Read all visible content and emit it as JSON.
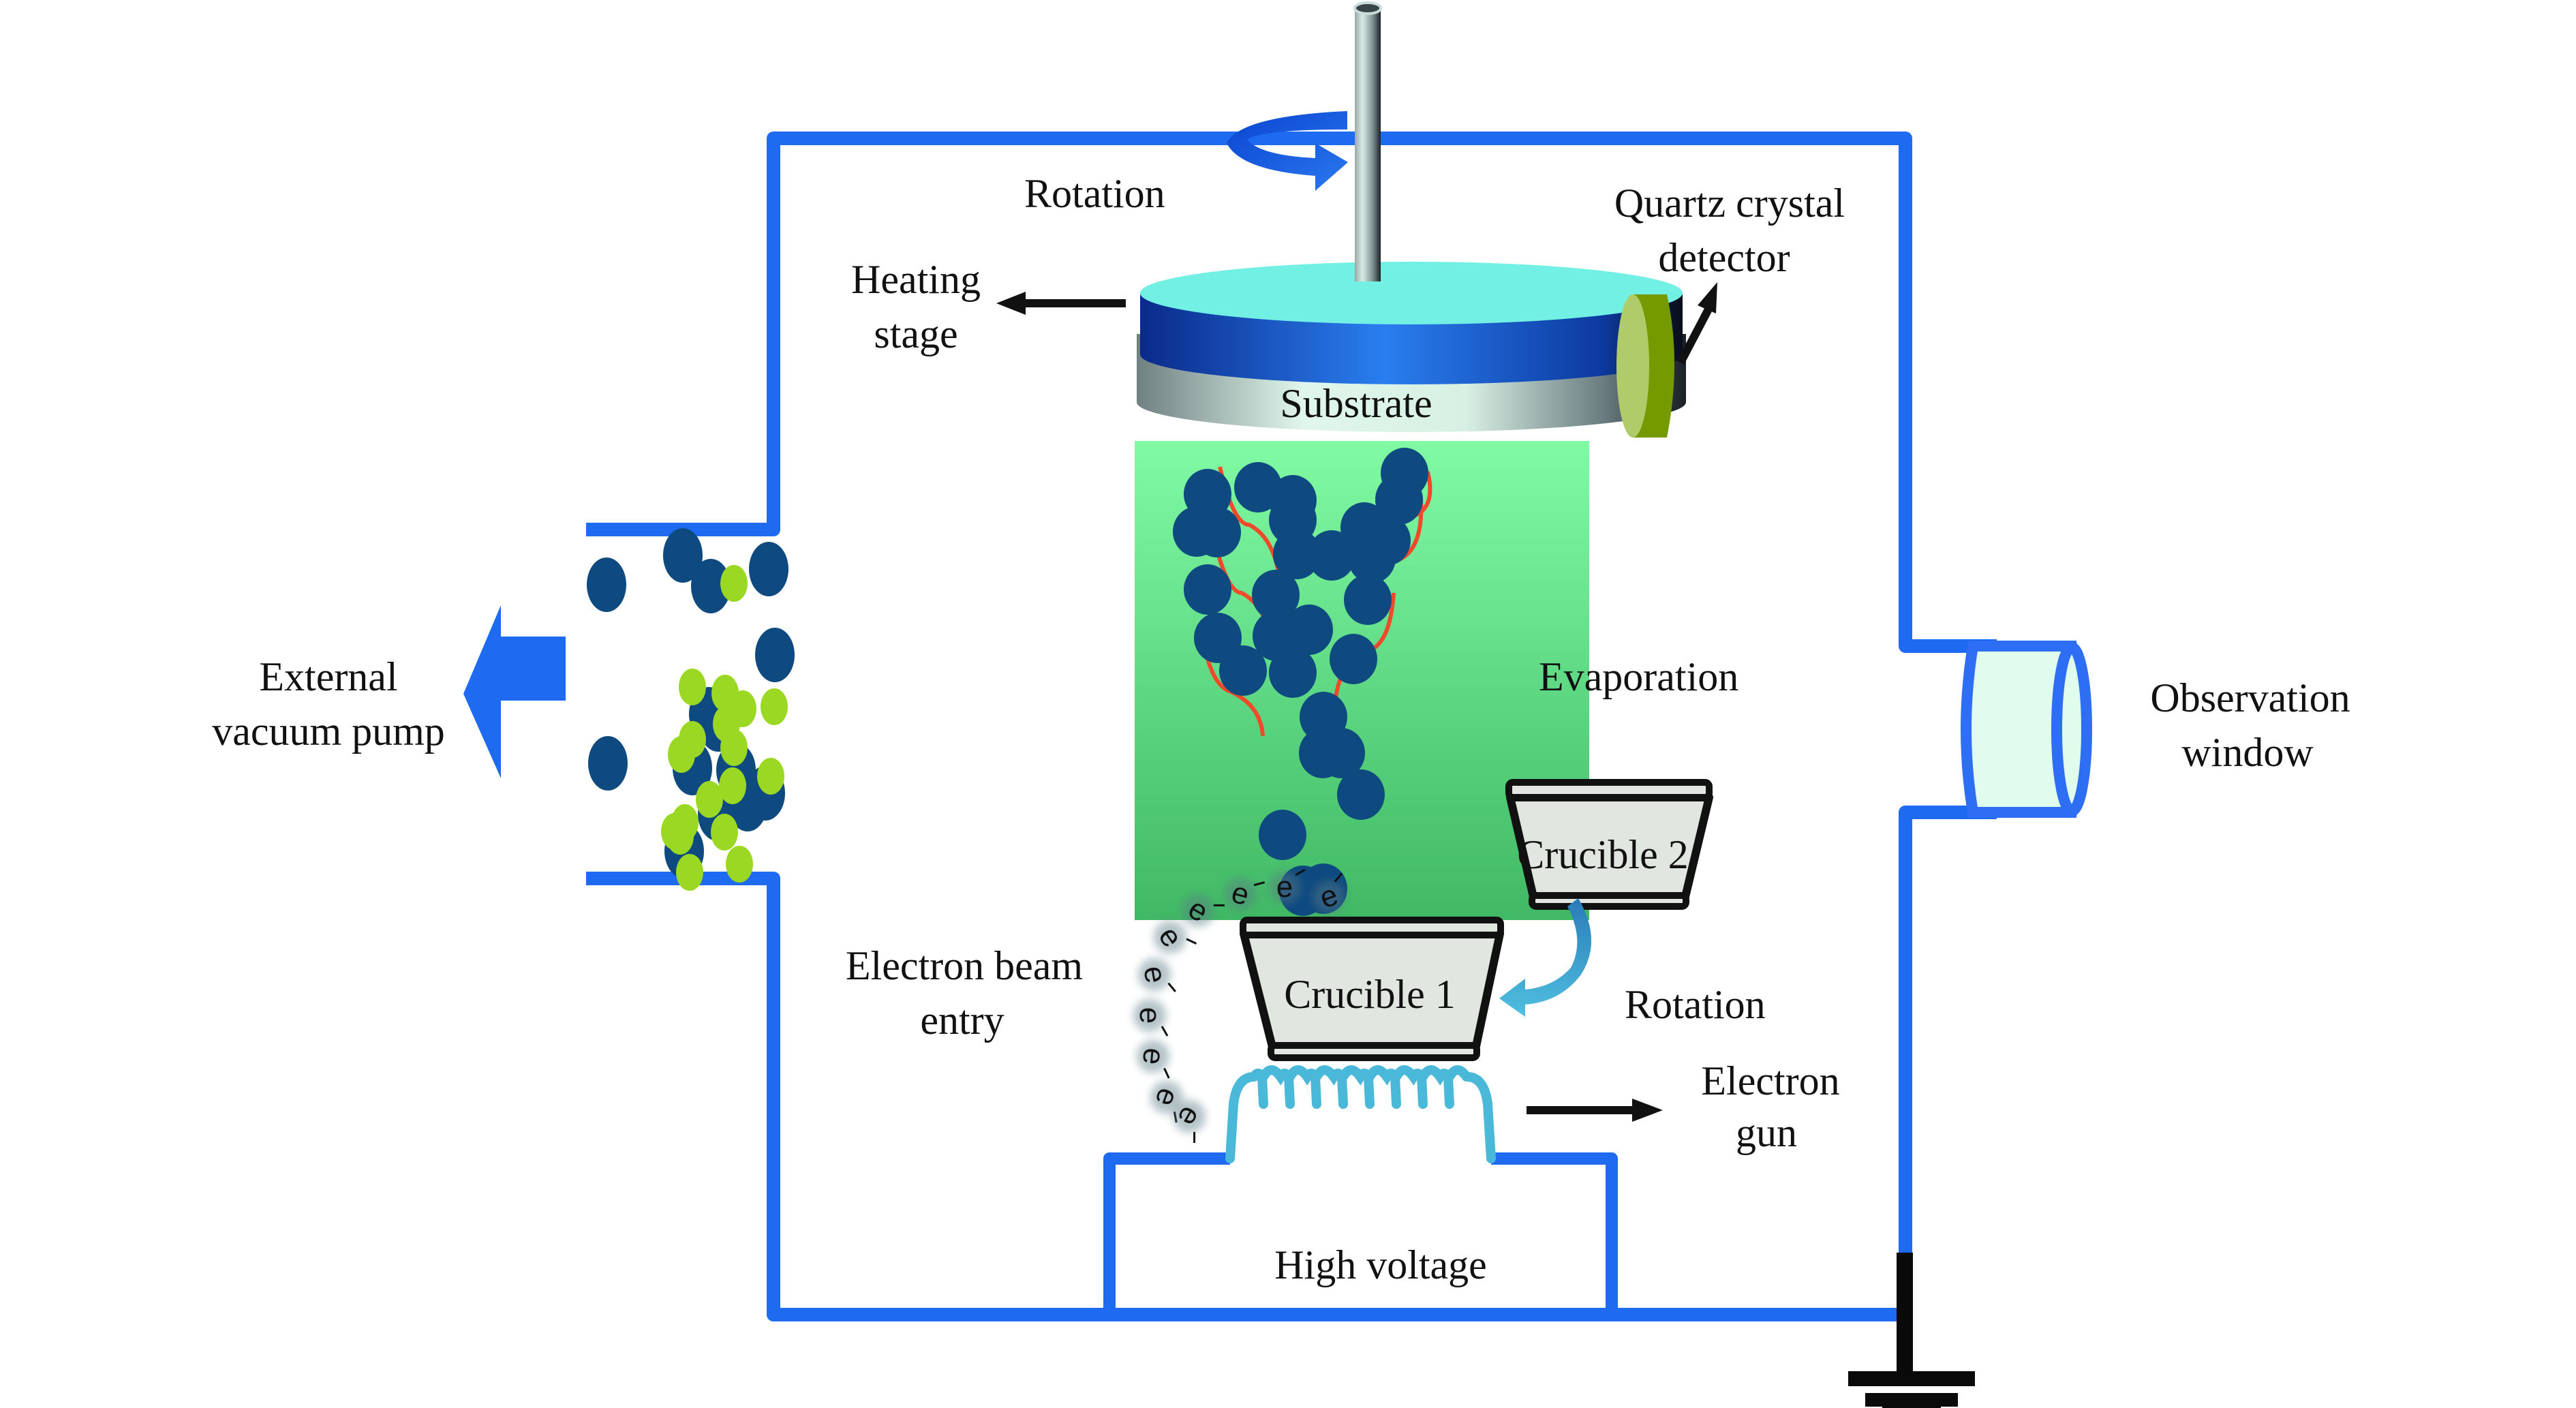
{
  "diagram": {
    "title": "Electron beam evaporation system",
    "labels": {
      "rotation_top": "Rotation",
      "heating_stage_1": "Heating",
      "heating_stage_2": "stage",
      "substrate": "Substrate",
      "quartz_1": "Quartz crystal",
      "quartz_2": "detector",
      "pump_1": "External",
      "pump_2": "vacuum pump",
      "evaporation": "Evaporation",
      "observation_1": "Observation",
      "observation_2": "window",
      "crucible_1": "Crucible 1",
      "crucible_2": "Crucible 2",
      "rotation_bottom": "Rotation",
      "beam_entry_1": "Electron beam",
      "beam_entry_2": "entry",
      "gun_1": "Electron",
      "gun_2": "gun",
      "high_voltage": "High  voltage",
      "electron_symbol": "e"
    },
    "colors": {
      "chamber": "#1e6af0",
      "stage_top": "#72f0e4",
      "stage_band": "#1f5fe0",
      "particle_dark": "#0e4a80",
      "particle_light": "#9ad823",
      "vapor_trail": "#f04a2a",
      "vapor_top": "#80fba4",
      "vapor_bottom": "#40b864",
      "coil": "#4ab8d8",
      "crucible_fill": "#e2e6e0",
      "detector_face": "#b0cc6a",
      "detector_side": "#749a00",
      "window_fill": "#e0fcec"
    }
  }
}
